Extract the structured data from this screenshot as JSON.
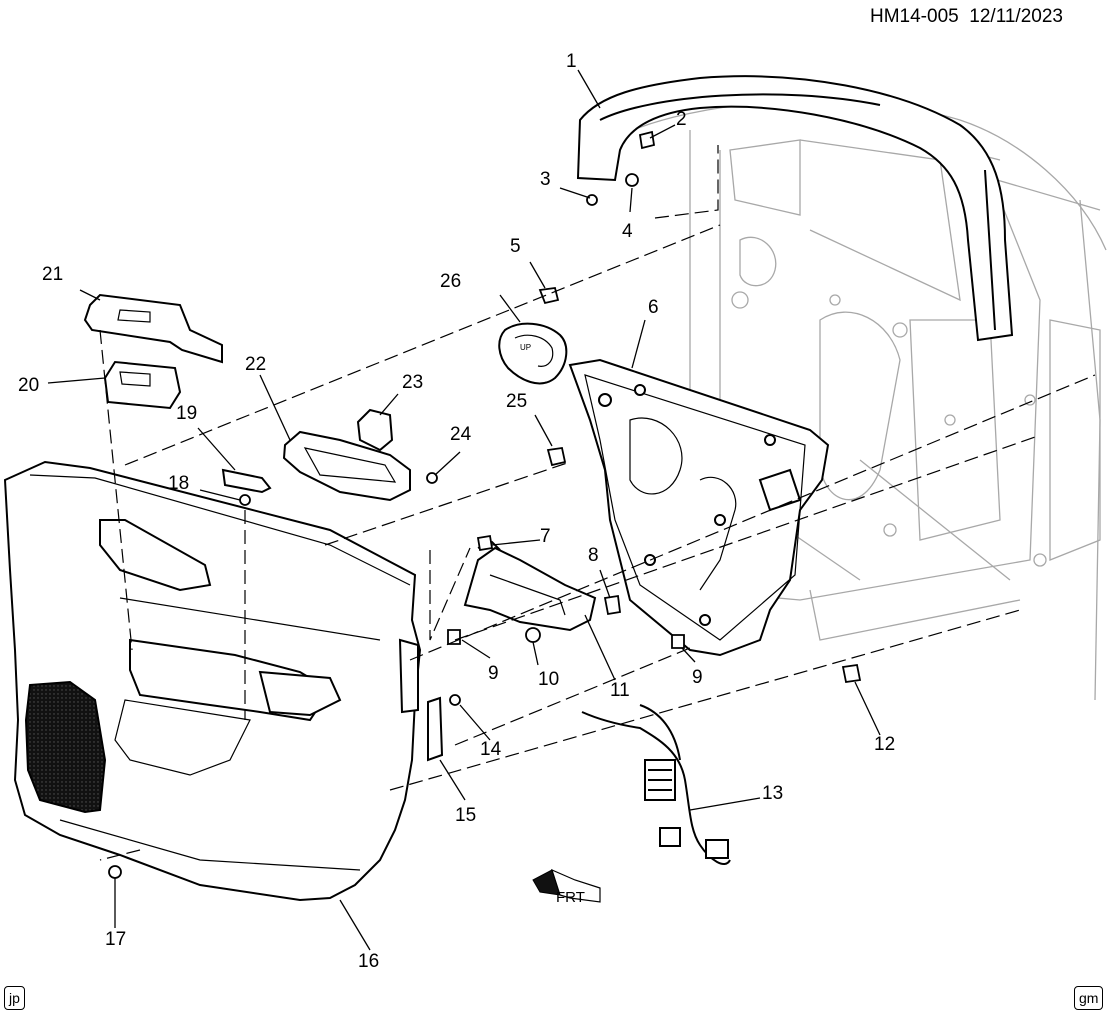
{
  "header": {
    "code": "HM14-005",
    "date": "12/11/2023"
  },
  "callouts": [
    "1",
    "2",
    "3",
    "4",
    "5",
    "6",
    "7",
    "8",
    "9",
    "10",
    "11",
    "9",
    "12",
    "13",
    "14",
    "15",
    "16",
    "17",
    "18",
    "19",
    "20",
    "21",
    "22",
    "23",
    "24",
    "25",
    "26"
  ],
  "badges": {
    "left": "jp",
    "right": "gm"
  },
  "embossed": {
    "switch_up": "UP",
    "front_arrow": "FRT"
  },
  "colors": {
    "line": "#000000",
    "fill": "#ffffff",
    "ghost": "#a8a8a8",
    "speaker": "#1a1a1a"
  }
}
